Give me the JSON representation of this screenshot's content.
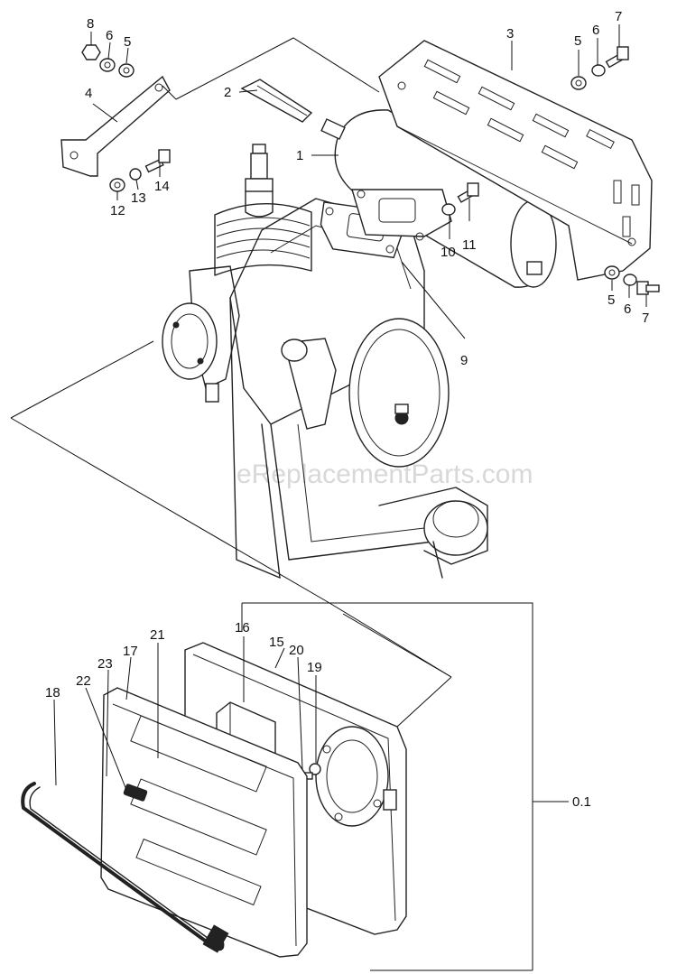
{
  "watermark": "eReplacementParts.com",
  "labels": {
    "p1": "1",
    "p2": "2",
    "p3": "3",
    "p4": "4",
    "p5a": "5",
    "p5b": "5",
    "p5c": "5",
    "p6a": "6",
    "p6b": "6",
    "p6c": "6",
    "p7a": "7",
    "p7b": "7",
    "p8": "8",
    "p9": "9",
    "p10": "10",
    "p11": "11",
    "p12": "12",
    "p13": "13",
    "p14": "14",
    "p15": "15",
    "p16": "16",
    "p17": "17",
    "p18": "18",
    "p19": "19",
    "p20": "20",
    "p21": "21",
    "p22": "22",
    "p23": "23",
    "p01": "0.1"
  }
}
